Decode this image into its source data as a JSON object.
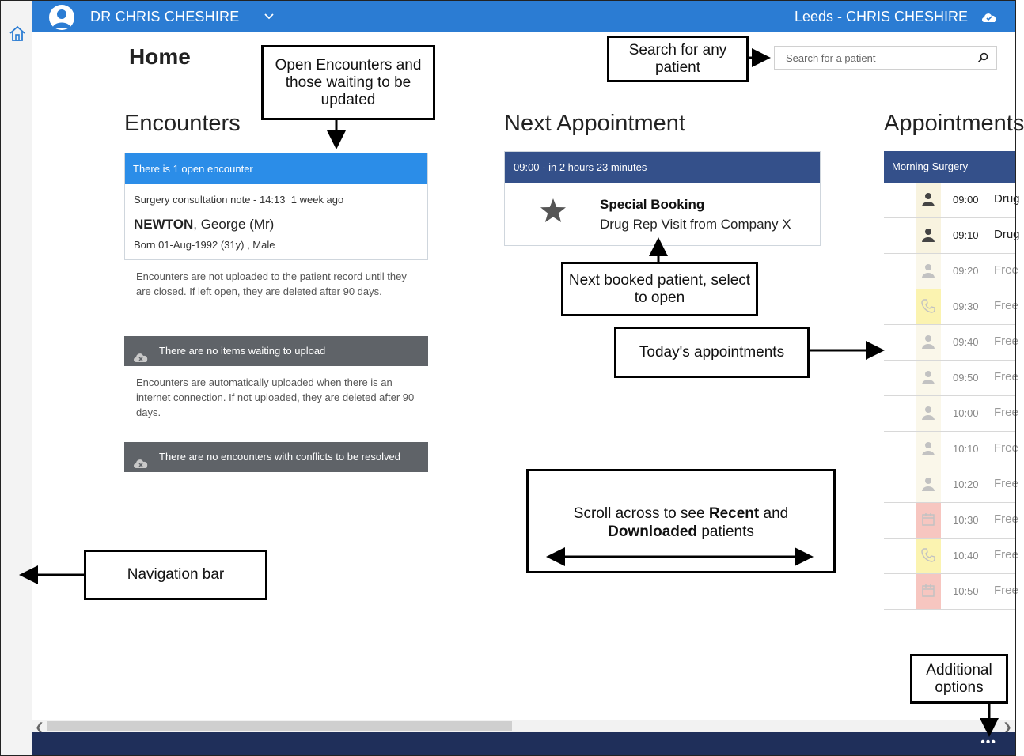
{
  "user": {
    "name": "DR CHRIS CHESHIRE",
    "site": "Leeds - CHRIS CHESHIRE"
  },
  "page": {
    "title": "Home"
  },
  "search": {
    "placeholder": "Search for a patient"
  },
  "encounters": {
    "title": "Encounters",
    "open_header": "There is 1 open encounter",
    "item": {
      "type_time": "Surgery consultation note - 14:13",
      "age": "1 week ago",
      "surname": "NEWTON",
      "given": ", George (Mr)",
      "born": "Born 01-Aug-1992 (31y) , Male"
    },
    "note_open": "Encounters are not uploaded to the patient record until they are closed. If left open, they are deleted after 90 days.",
    "upload_bar": "There are no items waiting to upload",
    "note_upload": "Encounters are automatically uploaded when there is an internet connection. If not uploaded, they are deleted after 90 days.",
    "conflict_bar": "There are no encounters with conflicts to be resolved"
  },
  "next_appointment": {
    "title": "Next Appointment",
    "header": "09:00 - in 2 hours 23 minutes",
    "booking_title": "Special Booking",
    "booking_detail": "Drug Rep Visit from Company X"
  },
  "appointments": {
    "title": "Appointments",
    "session": "Morning Surgery",
    "slots": [
      {
        "time": "09:00",
        "desc": "Drug",
        "status": "booked",
        "icon": "person-icon",
        "color": "#f8f3df"
      },
      {
        "time": "09:10",
        "desc": "Drug",
        "status": "booked",
        "icon": "person-icon",
        "color": "#f8f3df"
      },
      {
        "time": "09:20",
        "desc": "Free",
        "status": "free",
        "icon": "person-icon",
        "color": "#faf7ea"
      },
      {
        "time": "09:30",
        "desc": "Free",
        "status": "free",
        "icon": "phone-icon",
        "color": "#fbf3b0"
      },
      {
        "time": "09:40",
        "desc": "Free",
        "status": "free",
        "icon": "person-icon",
        "color": "#faf7ea"
      },
      {
        "time": "09:50",
        "desc": "Free",
        "status": "free",
        "icon": "person-icon",
        "color": "#faf7ea"
      },
      {
        "time": "10:00",
        "desc": "Free",
        "status": "free",
        "icon": "person-icon",
        "color": "#faf7ea"
      },
      {
        "time": "10:10",
        "desc": "Free",
        "status": "free",
        "icon": "person-icon",
        "color": "#faf7ea"
      },
      {
        "time": "10:20",
        "desc": "Free",
        "status": "free",
        "icon": "person-icon",
        "color": "#faf7ea"
      },
      {
        "time": "10:30",
        "desc": "Free",
        "status": "free",
        "icon": "calendar-icon",
        "color": "#f7c6c0"
      },
      {
        "time": "10:40",
        "desc": "Free",
        "status": "free",
        "icon": "phone-icon",
        "color": "#fbf3b0"
      },
      {
        "time": "10:50",
        "desc": "Free",
        "status": "free",
        "icon": "calendar-icon",
        "color": "#f7c6c0"
      }
    ]
  },
  "bottom": {
    "more_label": "•••"
  },
  "callouts": {
    "open_encounters": "Open Encounters and those waiting to be updated",
    "search": "Search for any patient",
    "next_patient": "Next booked patient, select to open",
    "todays": "Today's appointments",
    "scroll_pre": "Scroll across to see ",
    "scroll_recent": "Recent",
    "scroll_and": " and",
    "scroll_downloaded": "Downloaded",
    "scroll_post": " patients",
    "navigation": "Navigation bar",
    "additional": "Additional options"
  },
  "colors": {
    "topbar": "#2b7cd3",
    "encounter_header": "#2b8de8",
    "appointment_header": "#34508a",
    "grey_bar": "#5f6368",
    "bottom_bar": "#1f2f5a"
  }
}
